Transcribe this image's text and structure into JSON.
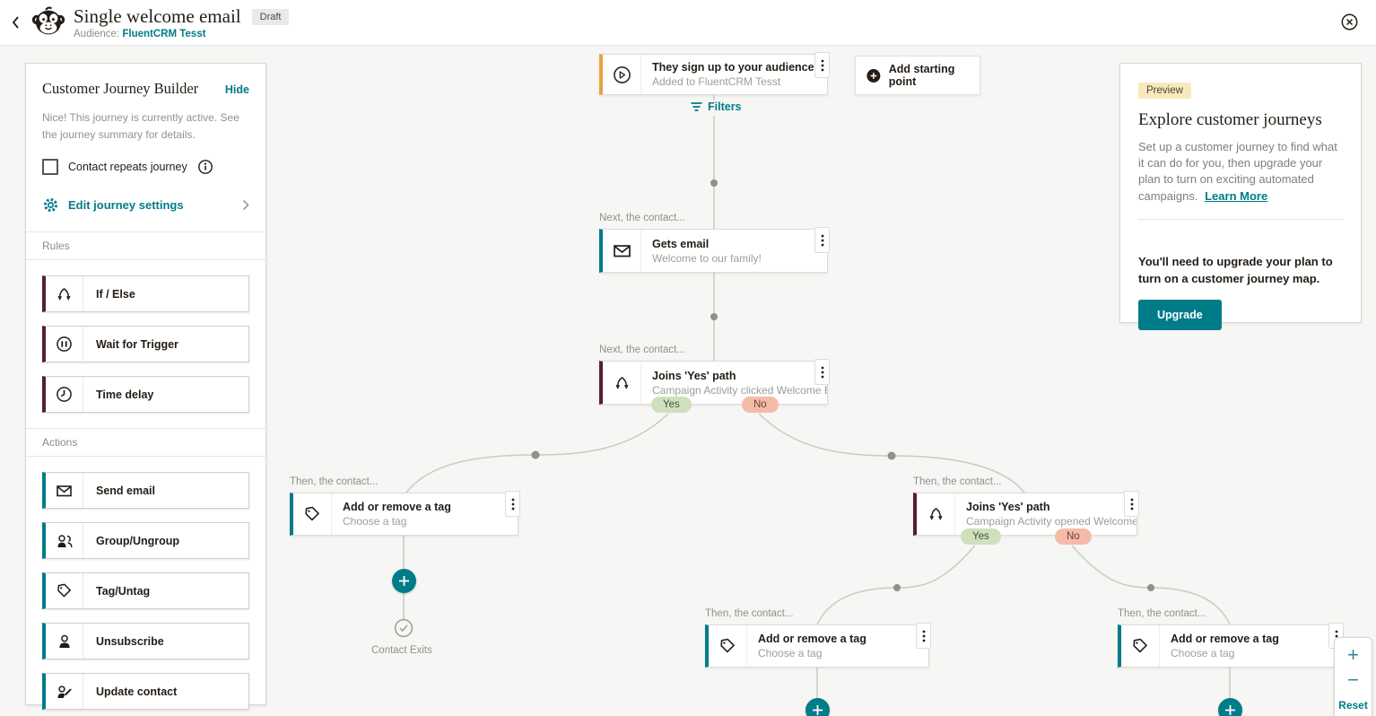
{
  "header": {
    "title": "Single welcome email",
    "status_badge": "Draft",
    "audience_label": "Audience:",
    "audience_value": "FluentCRM Tesst"
  },
  "sidebar": {
    "title": "Customer Journey Builder",
    "hide_label": "Hide",
    "description": "Nice! This journey is currently active. See the journey summary for details.",
    "checkbox_label": "Contact repeats journey",
    "checkbox_checked": false,
    "settings_label": "Edit journey settings",
    "rules_heading": "Rules",
    "rules": [
      {
        "label": "If / Else",
        "icon": "branch-icon"
      },
      {
        "label": "Wait for Trigger",
        "icon": "pause-icon"
      },
      {
        "label": "Time delay",
        "icon": "clock-icon"
      }
    ],
    "actions_heading": "Actions",
    "actions": [
      {
        "label": "Send email",
        "icon": "envelope-icon"
      },
      {
        "label": "Group/Ungroup",
        "icon": "people-icon"
      },
      {
        "label": "Tag/Untag",
        "icon": "tag-icon"
      },
      {
        "label": "Unsubscribe",
        "icon": "person-icon"
      },
      {
        "label": "Update contact",
        "icon": "person-edit-icon"
      }
    ]
  },
  "canvas": {
    "filters_label": "Filters",
    "add_starting_point_label": "Add starting point",
    "next_label": "Next, the contact...",
    "then_label": "Then, the contact...",
    "contact_exits_label": "Contact Exits",
    "yes_label": "Yes",
    "no_label": "No",
    "nodes": {
      "trigger": {
        "title": "They sign up to your audience",
        "subtitle": "Added to FluentCRM Tesst"
      },
      "email": {
        "title": "Gets email",
        "subtitle": "Welcome to our family!"
      },
      "branch_clicked": {
        "title": "Joins 'Yes' path",
        "subtitle": "Campaign Activity clicked Welcome Em..."
      },
      "tag_left": {
        "title": "Add or remove a tag",
        "subtitle": "Choose a tag"
      },
      "branch_opened": {
        "title": "Joins 'Yes' path",
        "subtitle": "Campaign Activity opened Welcome Em..."
      },
      "tag_middle": {
        "title": "Add or remove a tag",
        "subtitle": "Choose a tag"
      },
      "tag_right": {
        "title": "Add or remove a tag",
        "subtitle": "Choose a tag"
      }
    }
  },
  "preview_panel": {
    "badge": "Preview",
    "heading": "Explore customer journeys",
    "body": "Set up a customer journey to find what it can do for you, then upgrade your plan to turn on exciting automated campaigns.",
    "learn_more": "Learn More",
    "upgrade_note": "You'll need to upgrade your plan to turn on a customer journey map.",
    "upgrade_button": "Upgrade"
  },
  "zoom_controls": {
    "zoom_in": "+",
    "zoom_out": "−",
    "reset": "Reset"
  },
  "colors": {
    "accent_teal": "#007c89",
    "rule_border": "#541e38",
    "trigger_border": "#e8a33e",
    "yes_badge_bg": "#cfe0bd",
    "no_badge_bg": "#f5bba9",
    "preview_badge_bg": "#f8e9bd",
    "draft_badge_bg": "#e9e9e7"
  }
}
